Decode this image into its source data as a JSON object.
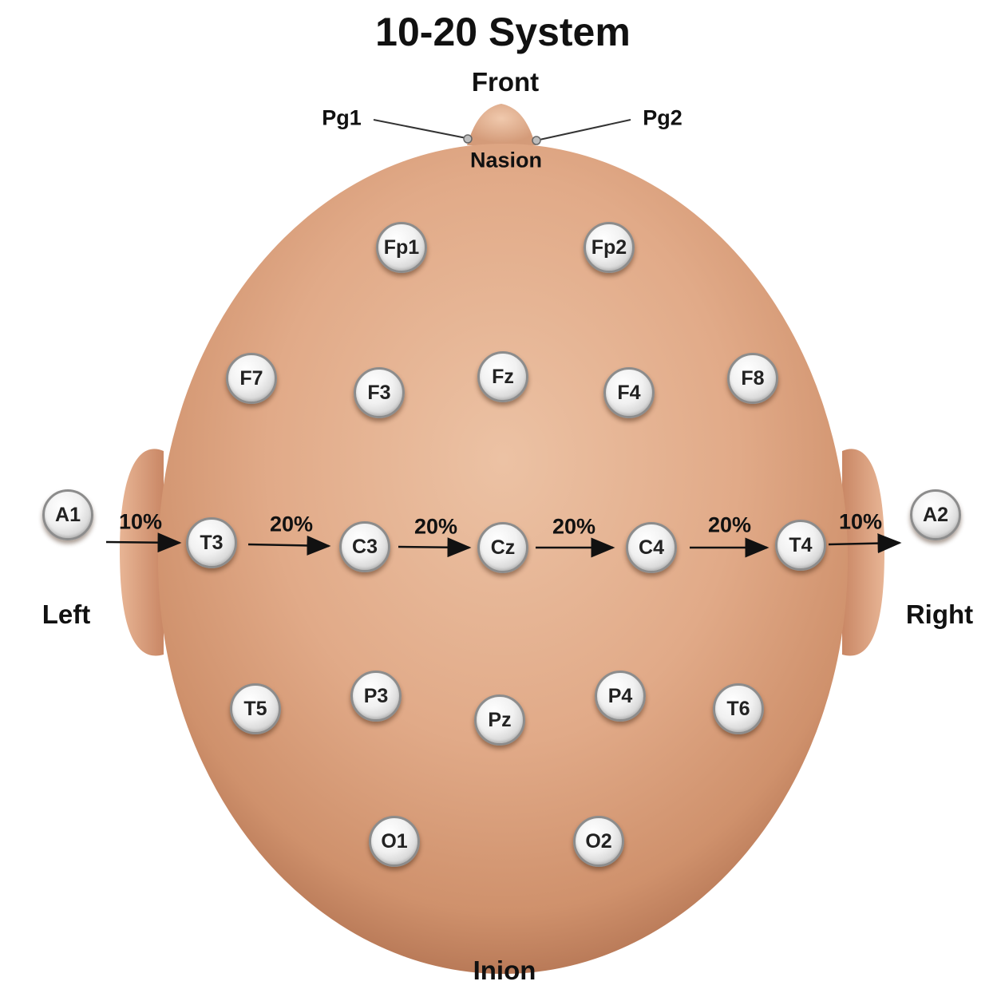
{
  "title": "10-20 System",
  "directions": {
    "front": "Front",
    "back": "Inion",
    "left": "Left",
    "right": "Right"
  },
  "landmarks": {
    "nasion": "Nasion",
    "pg1": "Pg1",
    "pg2": "Pg2"
  },
  "electrodes": {
    "fp1": "Fp1",
    "fp2": "Fp2",
    "f7": "F7",
    "f3": "F3",
    "fz": "Fz",
    "f4": "F4",
    "f8": "F8",
    "a1": "A1",
    "t3": "T3",
    "c3": "C3",
    "cz": "Cz",
    "c4": "C4",
    "t4": "T4",
    "a2": "A2",
    "t5": "T5",
    "p3": "P3",
    "pz": "Pz",
    "p4": "P4",
    "t6": "T6",
    "o1": "O1",
    "o2": "O2"
  },
  "spacing": {
    "a1_t3": "10%",
    "t3_c3": "20%",
    "c3_cz": "20%",
    "cz_c4": "20%",
    "c4_t4": "20%",
    "t4_a2": "10%"
  },
  "colors": {
    "skin": "#e2ad8c",
    "skin_shadow": "#c98b66",
    "electrode_rim": "#8c8c8c",
    "text": "#111111"
  }
}
